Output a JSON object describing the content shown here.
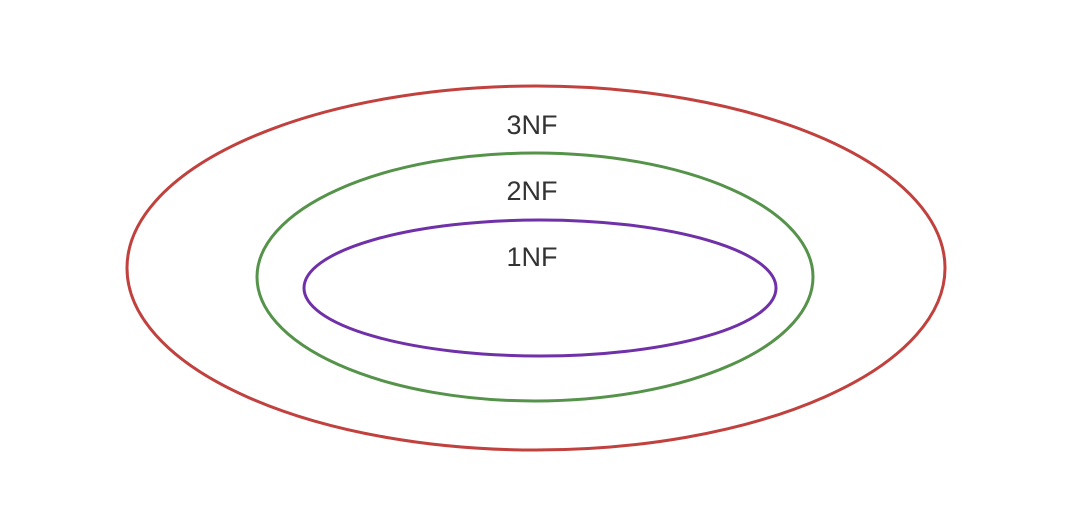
{
  "diagram": {
    "type": "nested-sets",
    "sets": [
      {
        "label": "3NF",
        "color": "#c0413d"
      },
      {
        "label": "2NF",
        "color": "#55934a"
      },
      {
        "label": "1NF",
        "color": "#7030a8"
      }
    ]
  }
}
